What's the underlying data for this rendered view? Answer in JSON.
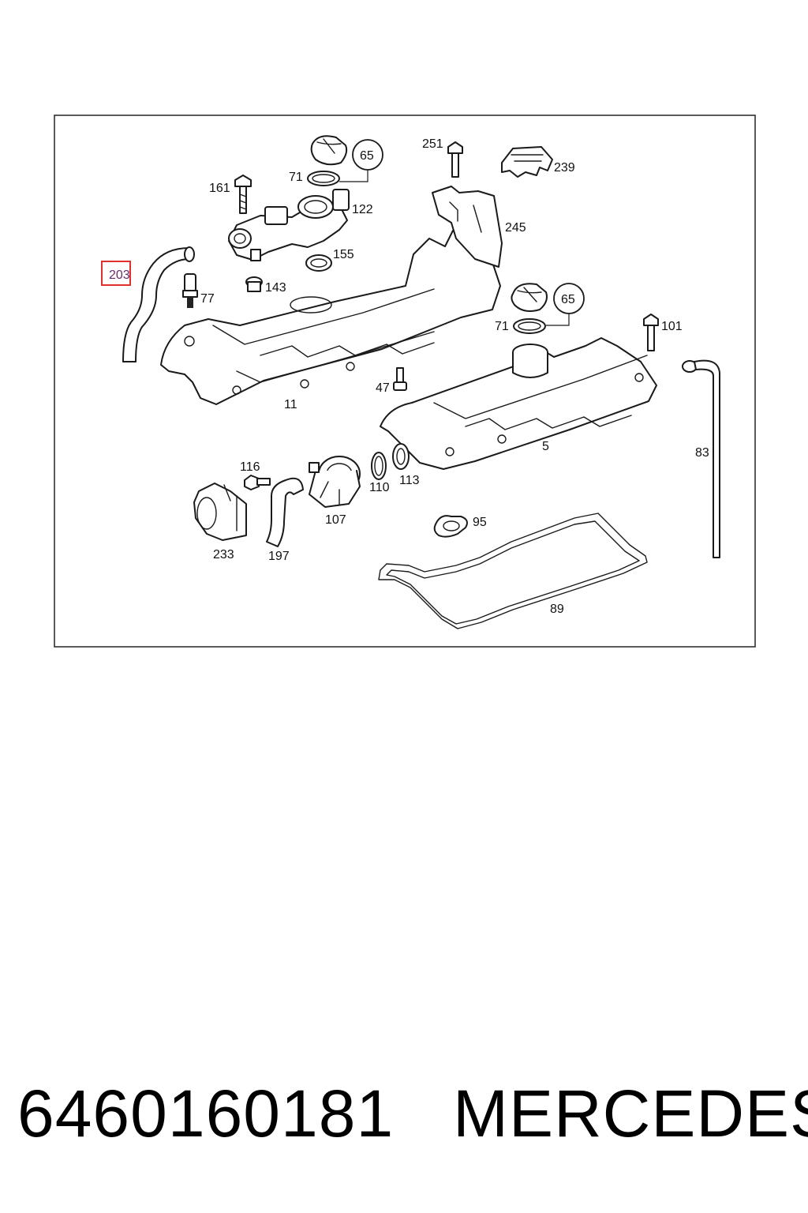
{
  "diagram": {
    "labels": {
      "p65a": "65",
      "p71a": "71",
      "p161": "161",
      "p122": "122",
      "p155": "155",
      "p203": "203",
      "p77": "77",
      "p143": "143",
      "p251": "251",
      "p239": "239",
      "p245": "245",
      "p65b": "65",
      "p71b": "71",
      "p101": "101",
      "p11": "11",
      "p47": "47",
      "p5": "5",
      "p83": "83",
      "p116": "116",
      "p107": "107",
      "p110": "110",
      "p113": "113",
      "p95": "95",
      "p233": "233",
      "p197": "197",
      "p89": "89"
    },
    "highlighted_label": "203",
    "highlight_color": "#e03030"
  },
  "footer": {
    "part_number": "6460160181",
    "brand": "MERCEDES"
  }
}
